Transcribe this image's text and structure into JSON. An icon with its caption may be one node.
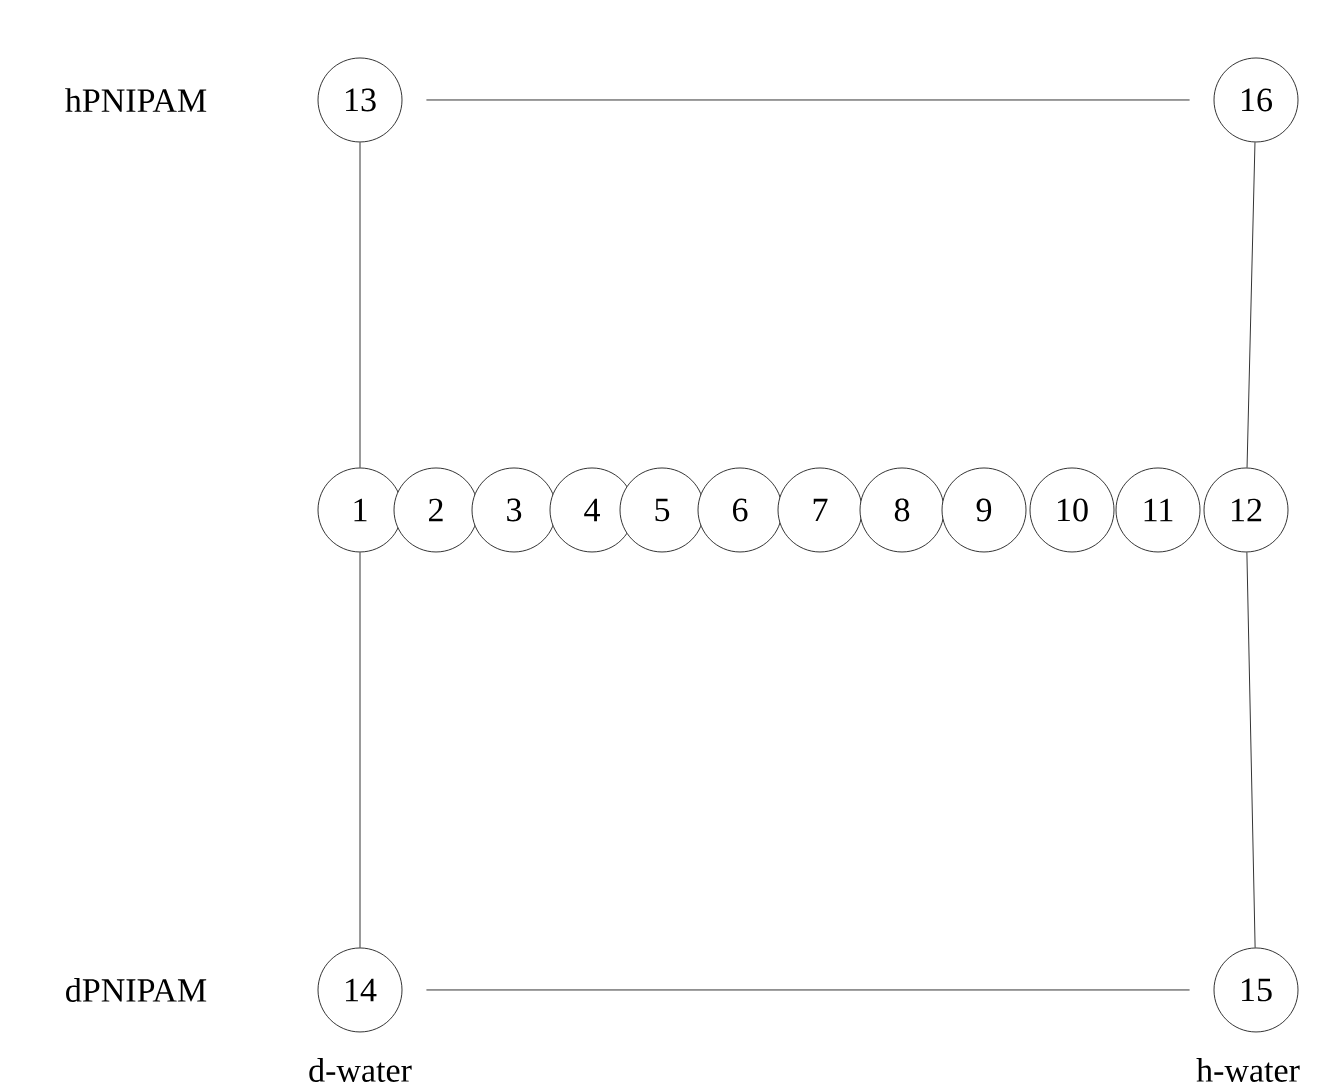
{
  "diagram": {
    "nodes": [
      {
        "text": [
          "1"
        ]
      },
      {
        "text": [
          "2"
        ]
      },
      {
        "text": [
          "3"
        ]
      },
      {
        "text": [
          "4"
        ]
      },
      {
        "text": [
          "5"
        ]
      },
      {
        "text": [
          "6"
        ]
      },
      {
        "text": [
          "7"
        ]
      },
      {
        "text": [
          "8"
        ]
      },
      {
        "text": [
          "9"
        ]
      },
      {
        "text": [
          "10"
        ]
      },
      {
        "text": [
          "11"
        ]
      },
      {
        "text": [
          "12"
        ]
      },
      {
        "text": [
          "13"
        ],
        "beside": [
          "hPNIPAM"
        ]
      },
      {
        "text": [
          "14"
        ],
        "beside": [
          "dPNIPAM",
          "d-water"
        ]
      },
      {
        "text": [
          "15"
        ],
        "beside": [
          "h-water"
        ]
      },
      {
        "text": [
          "16"
        ]
      }
    ],
    "edges": [
      {
        "from": 12,
        "to": 15,
        "arrow": "none"
      },
      {
        "from": 12,
        "to": 0,
        "arrow": "none"
      },
      {
        "from": 15,
        "to": 11,
        "arrow": "none"
      },
      {
        "from": 0,
        "to": 13,
        "arrow": "none"
      },
      {
        "from": 11,
        "to": 14,
        "arrow": "none"
      },
      {
        "from": 13,
        "to": 14,
        "arrow": "none"
      }
    ]
  }
}
